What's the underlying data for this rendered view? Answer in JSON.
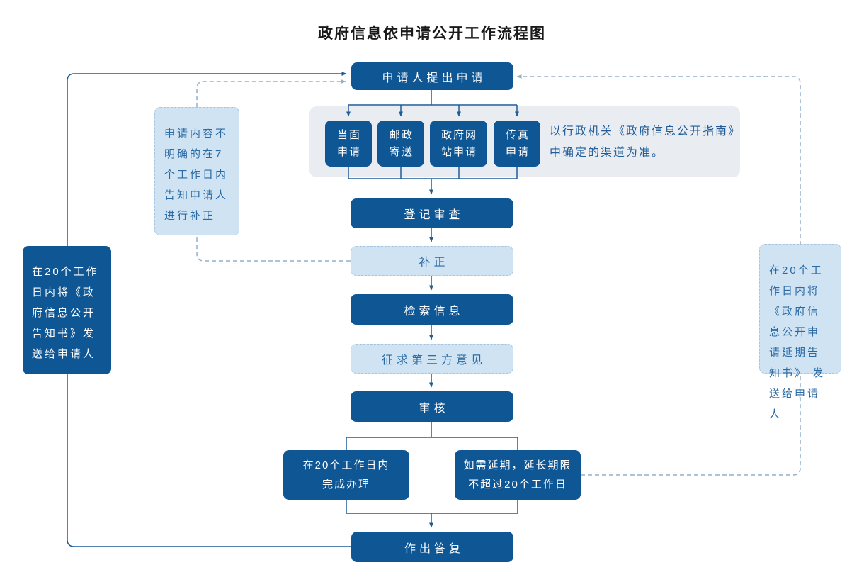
{
  "title": "政府信息依申请公开工作流程图",
  "nodes": {
    "start": "申请人提出申请",
    "register": "登记审查",
    "supplement": "补正",
    "search": "检索信息",
    "third_party": "征求第三方意见",
    "review": "审核",
    "complete": "在20个工作日内\n完成办理",
    "extend": "如需延期，延长期限\n不超过20个工作日",
    "reply": "作出答复"
  },
  "channels": [
    "当面\n申请",
    "邮政\n寄送",
    "政府网\n站申请",
    "传真\n申请"
  ],
  "channels_note": "以行政机关《政府信息公开指南》\n中确定的渠道为准。",
  "side_notes": {
    "left_dark": "在20个工作日内将《政府信息公开告知书》发送给申请人",
    "left_light": "申请内容不明确的在7个工作日内告知申请人进行补正",
    "right_light": "在20个工作日内将《政府信息公开申请延期告知书》 发送给申请人"
  },
  "colors": {
    "dark_box": "#0e5694",
    "dark_box_text": "#ffffff",
    "light_box_fill": "#cfe3f3",
    "light_box_border": "#a6c4de",
    "container_bg": "#e9edf2",
    "solid_line": "#1f5c99",
    "dashed_line": "#94b0c9",
    "note_text": "#1f5c99",
    "title_text": "#1a1a1a"
  }
}
